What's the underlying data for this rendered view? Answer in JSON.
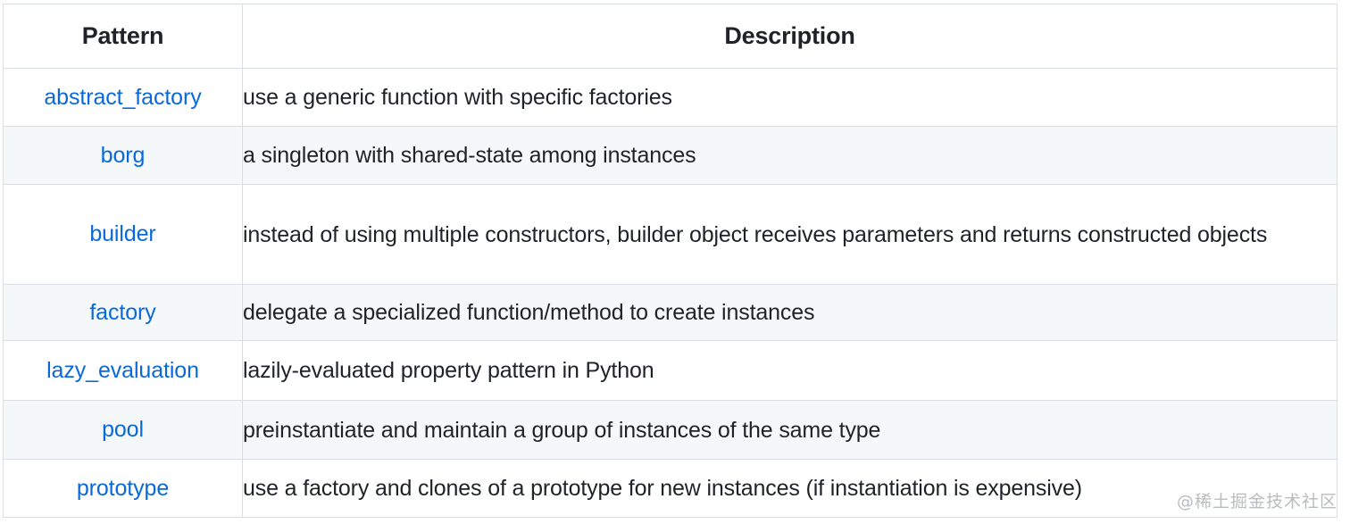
{
  "table": {
    "columns": [
      {
        "key": "pattern",
        "label": "Pattern"
      },
      {
        "key": "description",
        "label": "Description"
      }
    ],
    "link_color": "#0969da",
    "header_text_color": "#1f2328",
    "row_alt_background": "#f4f8f9",
    "border_color": "#d8dee4",
    "rows": [
      {
        "pattern": "abstract_factory",
        "description": "use a generic function with specific factories"
      },
      {
        "pattern": "borg",
        "description": "a singleton with shared-state among instances"
      },
      {
        "pattern": "builder",
        "description": "instead of using multiple constructors, builder object receives parameters and returns constructed objects"
      },
      {
        "pattern": "factory",
        "description": "delegate a specialized function/method to create instances"
      },
      {
        "pattern": "lazy_evaluation",
        "description": "lazily-evaluated property pattern in Python"
      },
      {
        "pattern": "pool",
        "description": "preinstantiate and maintain a group of instances of the same type"
      },
      {
        "pattern": "prototype",
        "description": "use a factory and clones of a prototype for new instances (if instantiation is expensive)"
      }
    ]
  },
  "watermark": {
    "text": "@稀土掘金技术社区"
  }
}
